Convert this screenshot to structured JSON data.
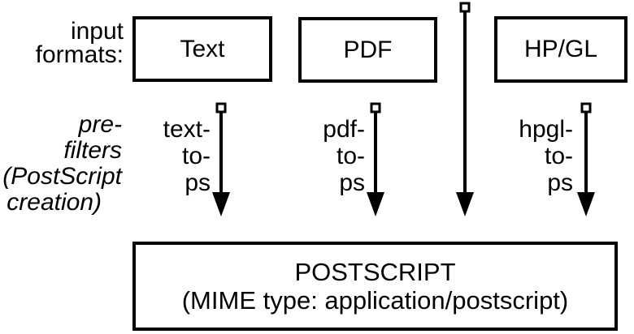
{
  "colors": {
    "ink": "#000000",
    "paper": "#ffffff"
  },
  "labels": {
    "input_formats": {
      "line1": "input",
      "line2": "formats:"
    },
    "prefilters": {
      "line1": "pre-",
      "line2": "filters",
      "line3": "(PostScript",
      "line4": "creation)"
    }
  },
  "input_boxes": {
    "text": "Text",
    "pdf": "PDF",
    "hpgl": "HP/GL"
  },
  "filters": {
    "texttops": {
      "line1": "text-",
      "line2": "to-",
      "line3": "ps"
    },
    "pdftops": {
      "line1": "pdf-",
      "line2": "to-",
      "line3": "ps"
    },
    "hpgltops": {
      "line1": "hpgl-",
      "line2": "to-",
      "line3": "ps"
    }
  },
  "output_box": {
    "title": "POSTSCRIPT",
    "subtitle": "(MIME type: application/postscript)"
  }
}
